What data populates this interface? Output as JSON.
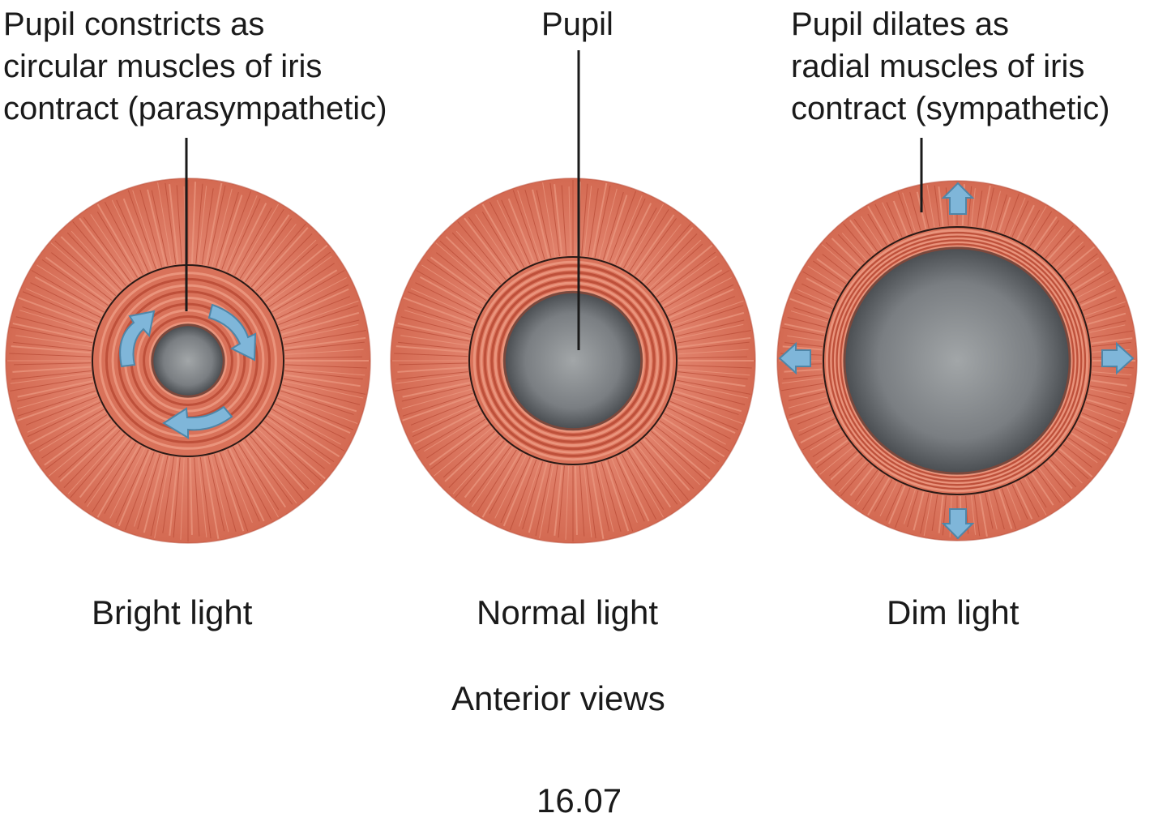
{
  "figure": {
    "callouts": {
      "constrict": [
        "Pupil constricts as",
        "circular muscles of iris",
        "contract (parasympathetic)"
      ],
      "pupil": [
        "Pupil"
      ],
      "dilate": [
        "Pupil dilates as",
        "radial muscles of iris",
        "contract (sympathetic)"
      ]
    },
    "panels": [
      {
        "caption": "Bright light",
        "pupil_fraction": 0.19
      },
      {
        "caption": "Normal light",
        "pupil_fraction": 0.37
      },
      {
        "caption": "Dim light",
        "pupil_fraction": 0.62
      }
    ],
    "view_label": "Anterior views",
    "figure_number": "16.07",
    "colors": {
      "iris": "#d9725a",
      "iris_dark": "#b84a35",
      "iris_light": "#ec9a82",
      "pupil": "#5e6266",
      "pupil_center": "#9ea2a5",
      "arrow": "#7fb6d9",
      "leader_line": "#1a1a1a"
    },
    "icons": {
      "circular_arrows": "curved-arrow-icon",
      "radial_arrows": "block-arrow-icon"
    }
  }
}
